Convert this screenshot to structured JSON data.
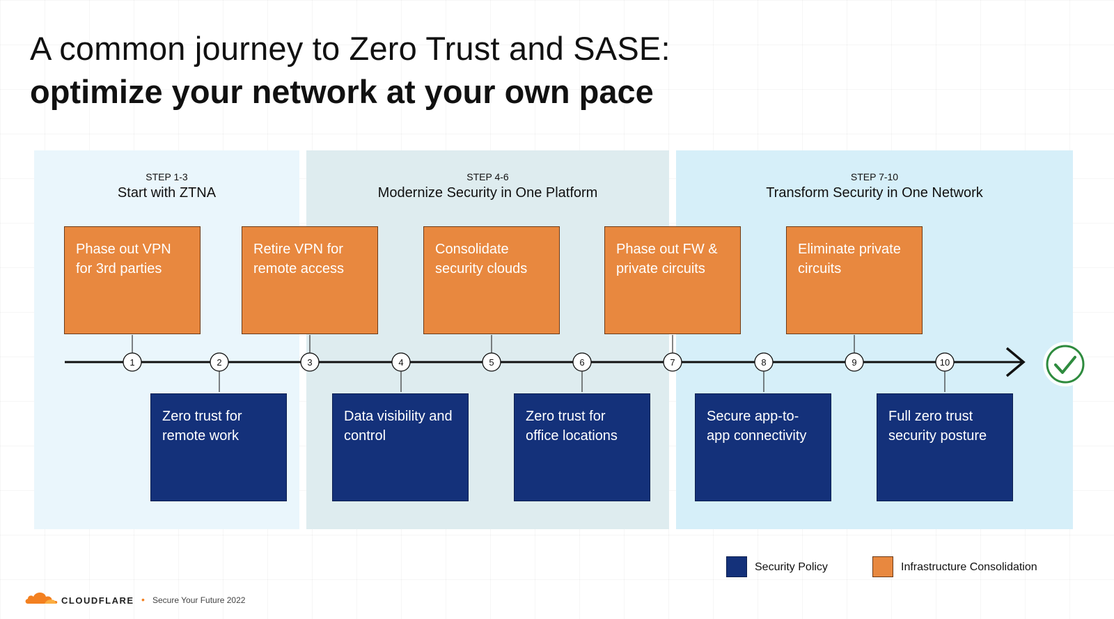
{
  "title": {
    "line1": "A common journey to Zero Trust and SASE:",
    "line2": "optimize your network at your own pace"
  },
  "phases": [
    {
      "step": "STEP 1-3",
      "title": "Start with ZTNA"
    },
    {
      "step": "STEP 4-6",
      "title": "Modernize Security in One Platform"
    },
    {
      "step": "STEP 7-10",
      "title": "Transform Security in One Network"
    }
  ],
  "steps": [
    {
      "number": "1",
      "label": "Phase out VPN for 3rd parties",
      "category": "infrastructure"
    },
    {
      "number": "2",
      "label": "Zero trust for remote work",
      "category": "security"
    },
    {
      "number": "3",
      "label": "Retire VPN for remote access",
      "category": "infrastructure"
    },
    {
      "number": "4",
      "label": "Data visibility and control",
      "category": "security"
    },
    {
      "number": "5",
      "label": "Consolidate security clouds",
      "category": "infrastructure"
    },
    {
      "number": "6",
      "label": "Zero trust for office locations",
      "category": "security"
    },
    {
      "number": "7",
      "label": "Phase out FW & private circuits",
      "category": "infrastructure"
    },
    {
      "number": "8",
      "label": "Secure app-to-app connectivity",
      "category": "security"
    },
    {
      "number": "9",
      "label": "Eliminate private circuits",
      "category": "infrastructure"
    },
    {
      "number": "10",
      "label": "Full zero trust security posture",
      "category": "security"
    }
  ],
  "legend": {
    "security": {
      "label": "Security Policy",
      "color": "#14317a"
    },
    "infrastructure": {
      "label": "Infrastructure Consolidation",
      "color": "#e8883f"
    }
  },
  "end_icon": "check-circle-icon",
  "footer": {
    "brand": "CLOUDFLARE",
    "separator": "•",
    "event": "Secure Your Future 2022"
  }
}
